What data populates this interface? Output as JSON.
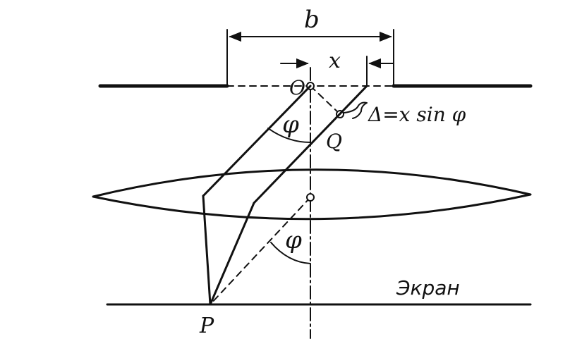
{
  "labels": {
    "slit_width": "b",
    "offset": "x",
    "point_o": "O",
    "point_q": "Q",
    "angle_top": "φ",
    "angle_bottom": "φ",
    "path_difference": "Δ=x sin φ",
    "screen": "Экран",
    "point_p": "P"
  },
  "colors": {
    "ink": "#111111",
    "background": "#ffffff"
  }
}
